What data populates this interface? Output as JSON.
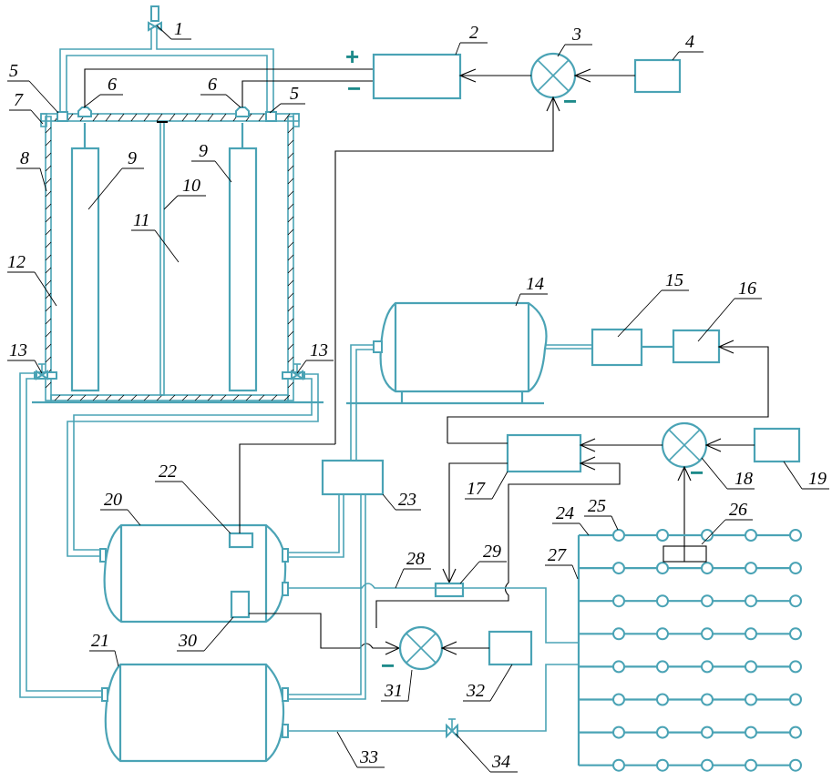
{
  "diagram": {
    "title": "",
    "colors": {
      "pipe": "#4aa3b5",
      "signal": "#000000",
      "sign": "#1d8a8a"
    },
    "signs": {
      "plus": "+",
      "minus": "−"
    },
    "labels": {
      "1": "1",
      "2": "2",
      "3": "3",
      "4": "4",
      "5": "5",
      "6": "6",
      "7": "7",
      "8": "8",
      "9": "9",
      "10": "10",
      "11": "11",
      "12": "12",
      "13": "13",
      "14": "14",
      "15": "15",
      "16": "16",
      "17": "17",
      "18": "18",
      "19": "19",
      "20": "20",
      "21": "21",
      "22": "22",
      "23": "23",
      "24": "24",
      "25": "25",
      "26": "26",
      "27": "27",
      "28": "28",
      "29": "29",
      "30": "30",
      "31": "31",
      "32": "32",
      "33": "33",
      "34": "34"
    },
    "nozzle_grid": {
      "rows": 8,
      "columns": 5
    }
  }
}
